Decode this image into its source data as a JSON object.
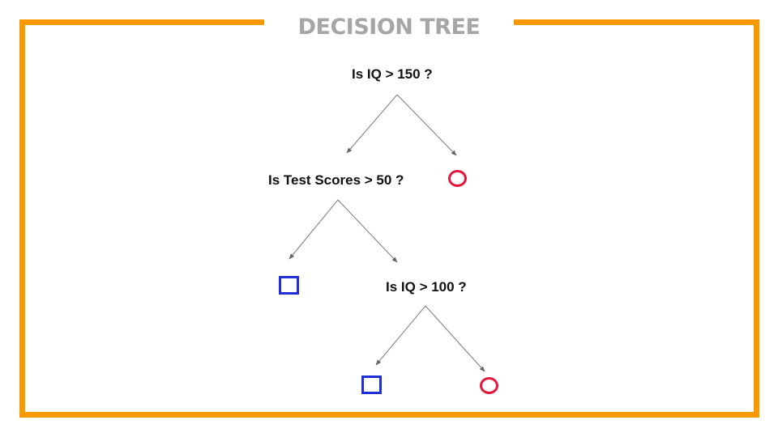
{
  "title": "DECISION TREE",
  "colors": {
    "frame": "#f79a00",
    "title": "#a6a6a6",
    "square_leaf": "#1f2fd6",
    "circle_leaf": "#e2163a"
  },
  "tree": {
    "root_question": "Is IQ > 150 ?",
    "second_question": "Is Test Scores > 50 ?",
    "third_question": "Is IQ > 100 ?",
    "leaves": [
      {
        "id": "leaf-1",
        "shape": "circle",
        "parent": "root_question",
        "branch": "right"
      },
      {
        "id": "leaf-2",
        "shape": "square",
        "parent": "second_question",
        "branch": "left"
      },
      {
        "id": "leaf-3",
        "shape": "square",
        "parent": "third_question",
        "branch": "left"
      },
      {
        "id": "leaf-4",
        "shape": "circle",
        "parent": "third_question",
        "branch": "right"
      }
    ]
  }
}
